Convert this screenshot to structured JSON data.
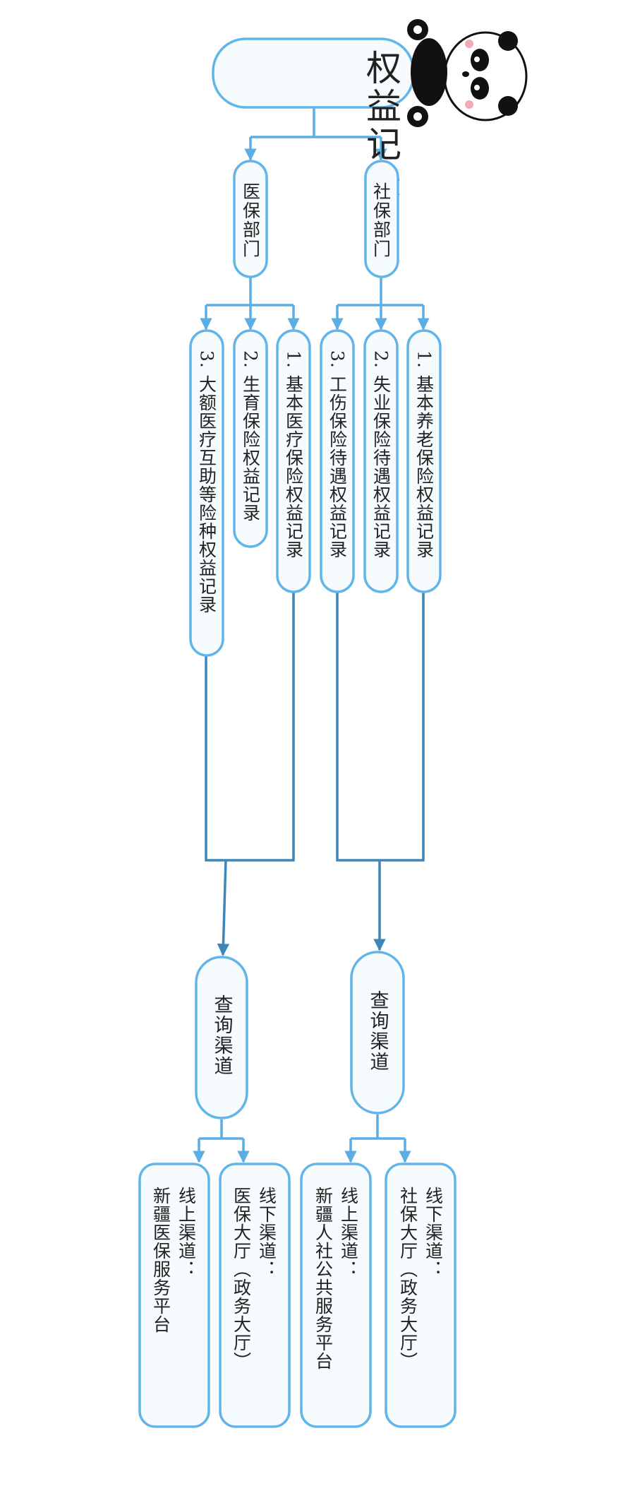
{
  "title": "权益记录",
  "departments": [
    {
      "name": "社保部门",
      "items": [
        "1. 基本养老保险权益记录",
        "2. 失业保险待遇权益记录",
        "3. 工伤保险待遇权益记录"
      ],
      "channel": "查询渠道",
      "offline": {
        "label": "线下渠道：",
        "value": "社保大厅（政务大厅）"
      },
      "online": {
        "label": "线上渠道：",
        "value": "新疆人社公共服务平台"
      }
    },
    {
      "name": "医保部门",
      "items": [
        "1. 基本医疗保险权益记录",
        "2. 生育保险权益记录",
        "3. 大额医疗互助等险种权益记录"
      ],
      "channel": "查询渠道",
      "offline": {
        "label": "线下渠道：",
        "value": "医保大厅（政务大厅）"
      },
      "online": {
        "label": "线上渠道：",
        "value": "新疆医保服务平台"
      }
    }
  ],
  "colors": {
    "box_stroke": "#62b5e8",
    "box_fill": "#f6fbfe",
    "connector": "#5aaee3",
    "connector_dark": "#3f86b8"
  },
  "mascot_icon": "panda-icon"
}
